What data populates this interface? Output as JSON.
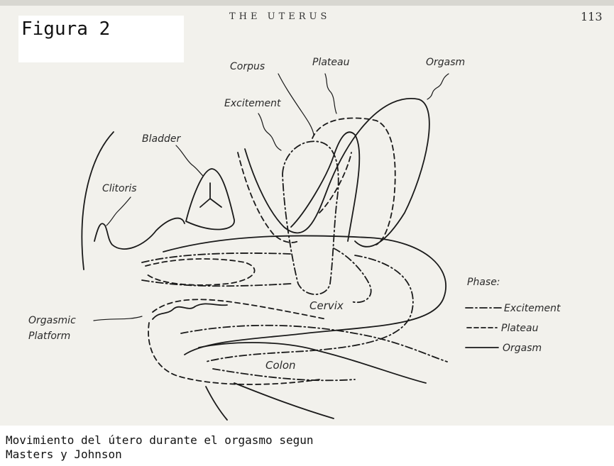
{
  "header": {
    "figure_label": "Figura 2",
    "running_head": "THE UTERUS",
    "page_number": "113"
  },
  "diagram": {
    "labels": {
      "corpus": "Corpus",
      "plateau": "Plateau",
      "orgasm": "Orgasm",
      "excitement": "Excitement",
      "bladder": "Bladder",
      "clitoris": "Clitoris",
      "orgasmic_platform_line1": "Orgasmic",
      "orgasmic_platform_line2": "Platform",
      "cervix": "Cervix",
      "colon": "Colon"
    },
    "legend": {
      "title": "Phase:",
      "items": [
        {
          "label": "Excitement",
          "line_style": "dash-dot"
        },
        {
          "label": "Plateau",
          "line_style": "dashed"
        },
        {
          "label": "Orgasm",
          "line_style": "solid"
        }
      ]
    }
  },
  "caption": {
    "line1": "Movimiento del útero durante el orgasmo segun",
    "line2": "Masters y Johnson"
  },
  "colors": {
    "ink": "#1a1a1a",
    "paper": "#f2f1ec"
  }
}
